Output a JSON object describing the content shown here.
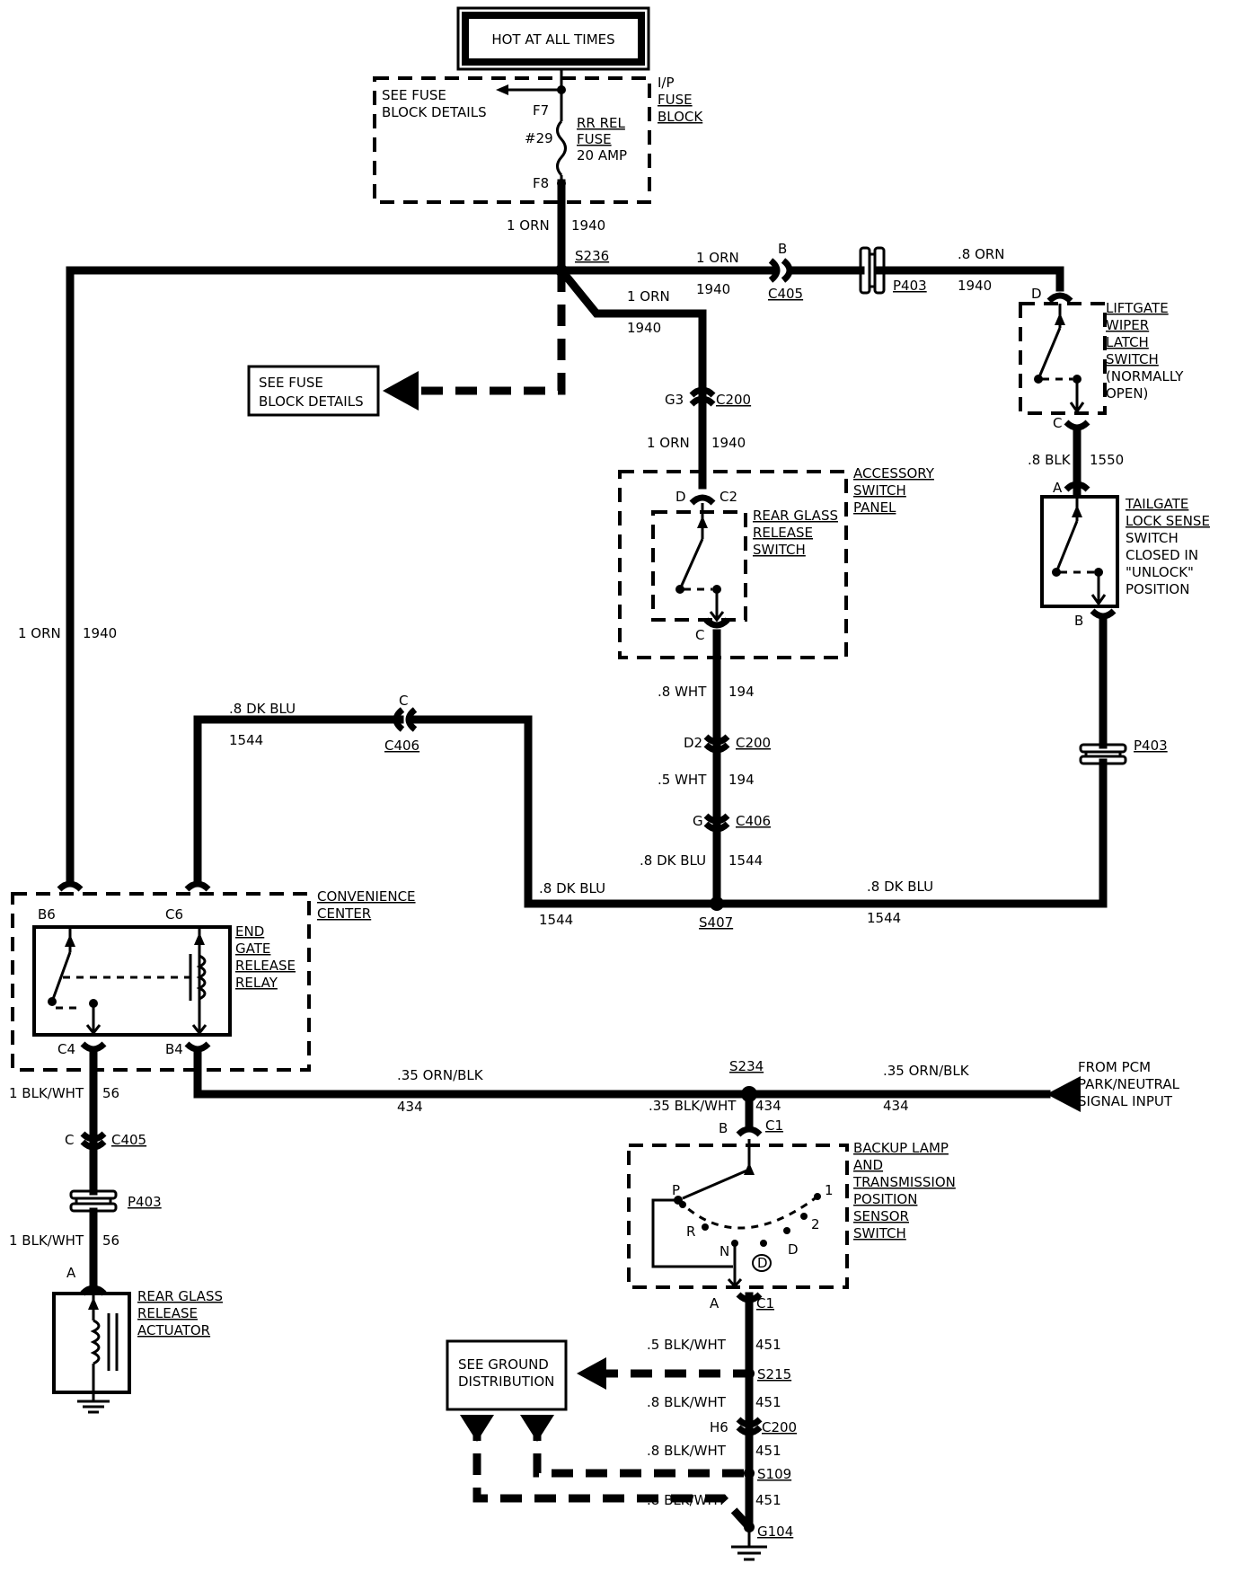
{
  "labels": {
    "hot_at_all_times": "HOT AT ALL TIMES",
    "see_fuse_block_details_1": "SEE FUSE",
    "see_fuse_block_details_2": "BLOCK DETAILS",
    "ip_fuse_block_1": "I/P",
    "ip_fuse_block_2": "FUSE",
    "ip_fuse_block_3": "BLOCK",
    "f7": "F7",
    "f8": "F8",
    "fuse_num": "#29",
    "rr_rel_1": "RR REL",
    "rr_rel_2": "FUSE",
    "rr_rel_3": "20 AMP",
    "s236": "S236",
    "wire_1orn": "1 ORN",
    "wire_08orn": ".8 ORN",
    "circ_1940": "1940",
    "pin_b": "B",
    "pin_c": "C",
    "pin_d": "D",
    "pin_a": "A",
    "c405": "C405",
    "p403": "P403",
    "liftgate_1": "LIFTGATE",
    "liftgate_2": "WIPER",
    "liftgate_3": "LATCH",
    "liftgate_4": "SWITCH",
    "liftgate_5": "(NORMALLY",
    "liftgate_6": "OPEN)",
    "see_fuse_2_1": "SEE FUSE",
    "see_fuse_2_2": "BLOCK DETAILS",
    "g3": "G3",
    "c200": "C200",
    "accessory_1": "ACCESSORY",
    "accessory_2": "SWITCH",
    "accessory_3": "PANEL",
    "c2": "C2",
    "rear_glass_sw_1": "REAR GLASS",
    "rear_glass_sw_2": "RELEASE",
    "rear_glass_sw_3": "SWITCH",
    "wire_08blk": ".8 BLK",
    "circ_1550": "1550",
    "tailgate_1": "TAILGATE",
    "tailgate_2": "LOCK SENSE",
    "tailgate_3": "SWITCH",
    "tailgate_4": "CLOSED IN",
    "tailgate_5": "\"UNLOCK\"",
    "tailgate_6": "POSITION",
    "wire_08wht": ".8 WHT",
    "wire_05wht": ".5 WHT",
    "circ_194": "194",
    "d2": "D2",
    "pin_g": "G",
    "c406": "C406",
    "wire_08dkblu": ".8 DK BLU",
    "circ_1544": "1544",
    "s407": "S407",
    "convenience_1": "CONVENIENCE",
    "convenience_2": "CENTER",
    "b6": "B6",
    "c6": "C6",
    "c4": "C4",
    "b4": "B4",
    "endgate_1": "END",
    "endgate_2": "GATE",
    "endgate_3": "RELEASE",
    "endgate_4": "RELAY",
    "wire_035ornblk": ".35 ORN/BLK",
    "circ_434": "434",
    "s234": "S234",
    "wire_035blkwht": ".35 BLK/WHT",
    "from_pcm_1": "FROM PCM",
    "from_pcm_2": "PARK/NEUTRAL",
    "from_pcm_3": "SIGNAL INPUT",
    "c1": "C1",
    "backup_1": "BACKUP LAMP",
    "backup_2": "AND",
    "backup_3": "TRANSMISSION",
    "backup_4": "POSITION",
    "backup_5": "SENSOR",
    "backup_6": "SWITCH",
    "gear_p": "P",
    "gear_r": "R",
    "gear_n": "N",
    "gear_od": "D",
    "gear_d": "D",
    "gear_2": "2",
    "gear_1": "1",
    "wire_1blkwht": "1 BLK/WHT",
    "circ_56": "56",
    "rear_act_1": "REAR GLASS",
    "rear_act_2": "RELEASE",
    "rear_act_3": "ACTUATOR",
    "wire_05blkwht": ".5 BLK/WHT",
    "wire_08blkwht": ".8 BLK/WHT",
    "circ_451": "451",
    "s215": "S215",
    "h6": "H6",
    "s109": "S109",
    "g104": "G104",
    "see_ground_1": "SEE GROUND",
    "see_ground_2": "DISTRIBUTION"
  }
}
